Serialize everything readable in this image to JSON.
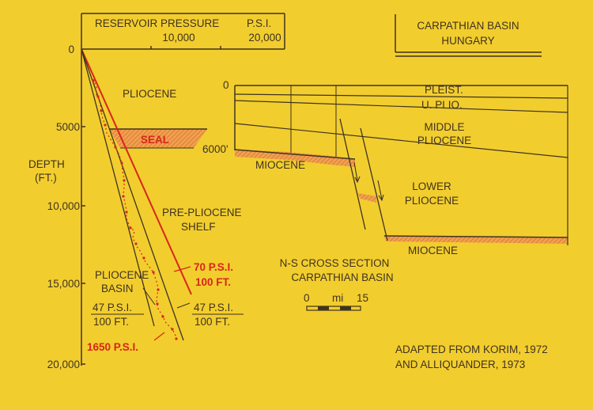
{
  "title_box": {
    "line1": "CARPATHIAN BASIN",
    "line2": "HUNGARY"
  },
  "pressure_axis": {
    "title": "RESERVOIR PRESSURE",
    "unit": "P.S.I.",
    "ticks": [
      "0",
      "10,000",
      "20,000"
    ]
  },
  "depth_axis": {
    "title_line1": "DEPTH",
    "title_line2": "(FT.)",
    "ticks": [
      "5000",
      "10,000",
      "15,000",
      "20,000"
    ]
  },
  "plot_labels": {
    "pliocene": "PLIOCENE",
    "seal": "SEAL",
    "pre_pliocene_line1": "PRE-PLIOCENE",
    "pre_pliocene_line2": "SHELF",
    "basin_line1": "PLIOCENE",
    "basin_line2": "BASIN",
    "gradient_red_num": "70 P.S.I.",
    "gradient_red_den": "100 FT.",
    "gradient_left_num": "47 P.S.I.",
    "gradient_left_den": "100 FT.",
    "gradient_right_num": "47 P.S.I.",
    "gradient_right_den": "100 FT.",
    "pressure_1650": "1650 P.S.I."
  },
  "cross_section": {
    "depth_0": "0",
    "depth_6000": "6000'",
    "pleist": "PLEIST.",
    "u_plio": "U. PLIO.",
    "middle_line1": "MIDDLE",
    "middle_line2": "PLIOCENE",
    "lower_line1": "LOWER",
    "lower_line2": "PLIOCENE",
    "miocene_left": "MIOCENE",
    "miocene_right": "MIOCENE",
    "caption_line1": "N-S CROSS SECTION",
    "caption_line2": "CARPATHIAN BASIN",
    "scale_start": "0",
    "scale_unit": "mi",
    "scale_end": "15"
  },
  "credit": {
    "line1": "ADAPTED FROM KORIM, 1972",
    "line2": "AND ALLIQUANDER, 1973"
  },
  "colors": {
    "background": "#f2cd2e",
    "ink": "#3f3320",
    "red": "#d8261b",
    "hatch": "#e48a3c"
  }
}
